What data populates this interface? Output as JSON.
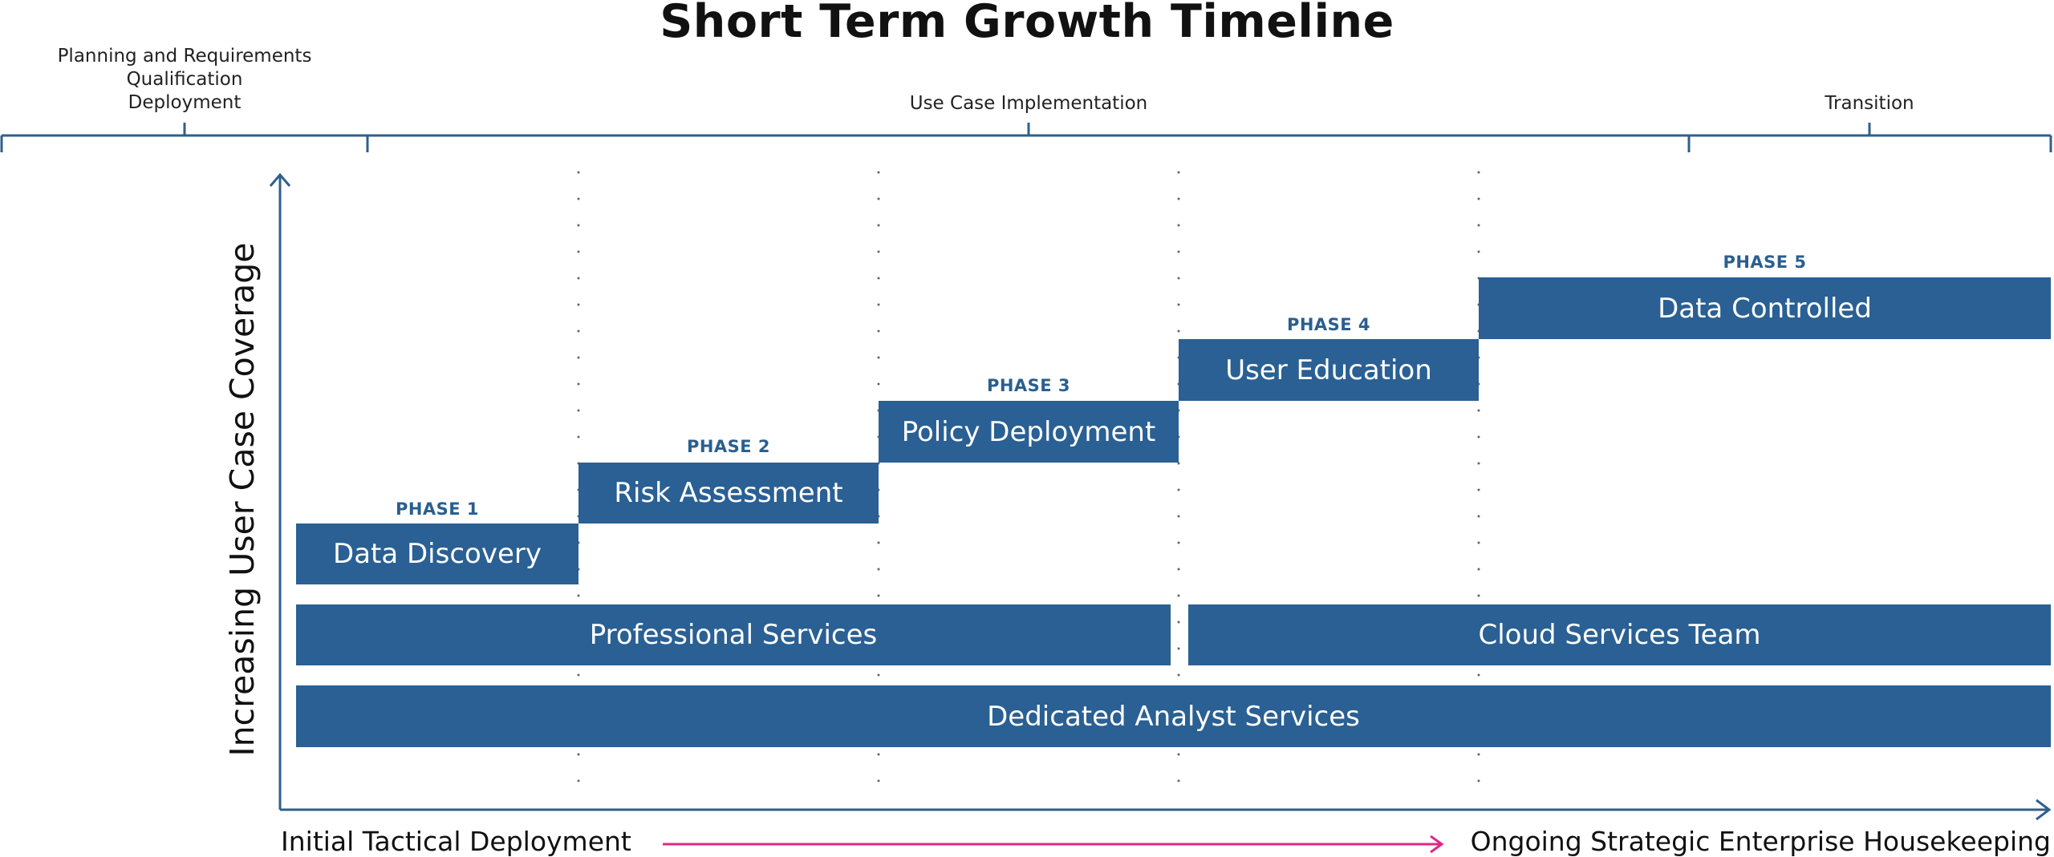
{
  "title": "Short Term Growth Timeline",
  "timeline_spans": [
    {
      "lines": [
        "Planning and Requirements",
        "Qualification",
        "Deployment"
      ]
    },
    {
      "lines": [
        "Use Case Implementation"
      ]
    },
    {
      "lines": [
        "Transition"
      ]
    }
  ],
  "phases": [
    {
      "phase": "PHASE 1",
      "label": "Data Discovery"
    },
    {
      "phase": "PHASE 2",
      "label": "Risk Assessment"
    },
    {
      "phase": "PHASE 3",
      "label": "Policy Deployment"
    },
    {
      "phase": "PHASE 4",
      "label": "User Education"
    },
    {
      "phase": "PHASE 5",
      "label": "Data Controlled"
    }
  ],
  "service_bars": {
    "professional": "Professional Services",
    "cloud": "Cloud Services Team",
    "dedicated": "Dedicated Analyst Services"
  },
  "y_axis_label": "Increasing User Case Coverage",
  "x_axis": {
    "start": "Initial Tactical Deployment",
    "end": "Ongoing Strategic Enterprise Housekeeping"
  },
  "colors": {
    "bar": "#2a6093",
    "phase_text": "#2a5f8f",
    "timeline": "#2f5f8d",
    "axis": "#2f5f8d",
    "progress_arrow": "#e0288a"
  }
}
